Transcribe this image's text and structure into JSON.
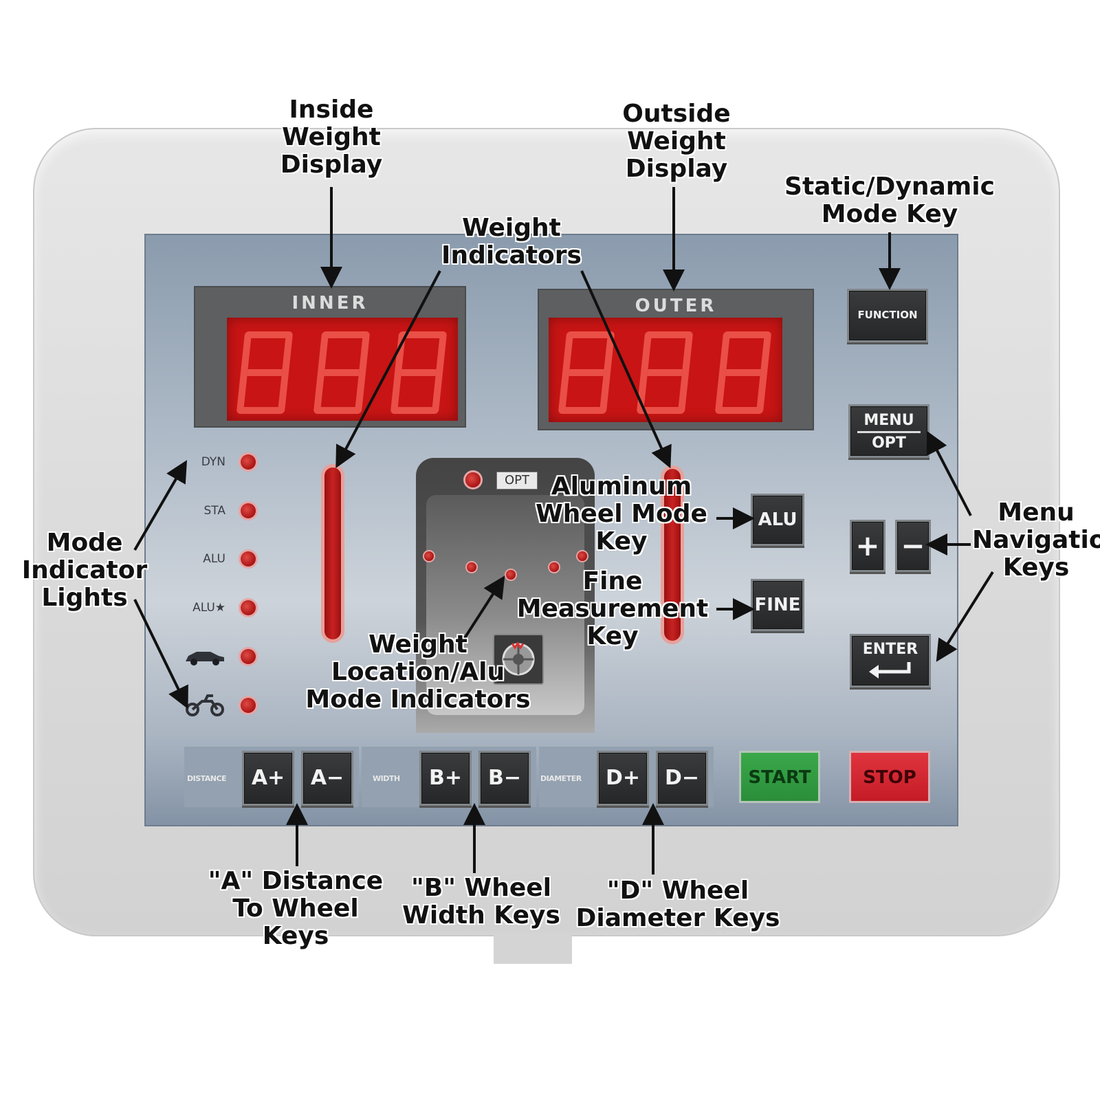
{
  "displays": {
    "inner_title": "INNER",
    "outer_title": "OUTER"
  },
  "mode_lights": [
    "DYN",
    "STA",
    "ALU",
    "ALU★"
  ],
  "opt_indicator": "OPT",
  "keys": {
    "function": "FUNCTION",
    "menu": "MENU",
    "opt": "OPT",
    "alu": "ALU",
    "fine": "FINE",
    "plus": "+",
    "minus": "−",
    "enter": "ENTER",
    "start": "START",
    "stop": "STOP",
    "a_plus": "A+",
    "a_minus": "A−",
    "b_plus": "B+",
    "b_minus": "B−",
    "d_plus": "D+",
    "d_minus": "D−"
  },
  "key_group_labels": {
    "distance": "DISTANCE",
    "width": "WIDTH",
    "diameter": "DIAMETER"
  },
  "annotations": {
    "inside_weight_display": "Inside\nWeight\nDisplay",
    "outside_weight_display": "Outside\nWeight\nDisplay",
    "static_dynamic_mode_key": "Static/Dynamic\nMode Key",
    "weight_indicators": "Weight\nIndicators",
    "aluminum_wheel_mode_key": "Aluminum\nWheel Mode\nKey",
    "fine_measurement_key": "Fine\nMeasurement\nKey",
    "menu_navigation_keys": "Menu\nNavigation\nKeys",
    "mode_indicator_lights": "Mode\nIndicator\nLights",
    "weight_location_alu_mode_indicators": "Weight\nLocation/Alu\nMode Indicators",
    "a_distance_keys": "\"A\" Distance\nTo Wheel\nKeys",
    "b_width_keys": "\"B\" Wheel\nWidth Keys",
    "d_diameter_keys": "\"D\" Wheel\nDiameter Keys"
  }
}
